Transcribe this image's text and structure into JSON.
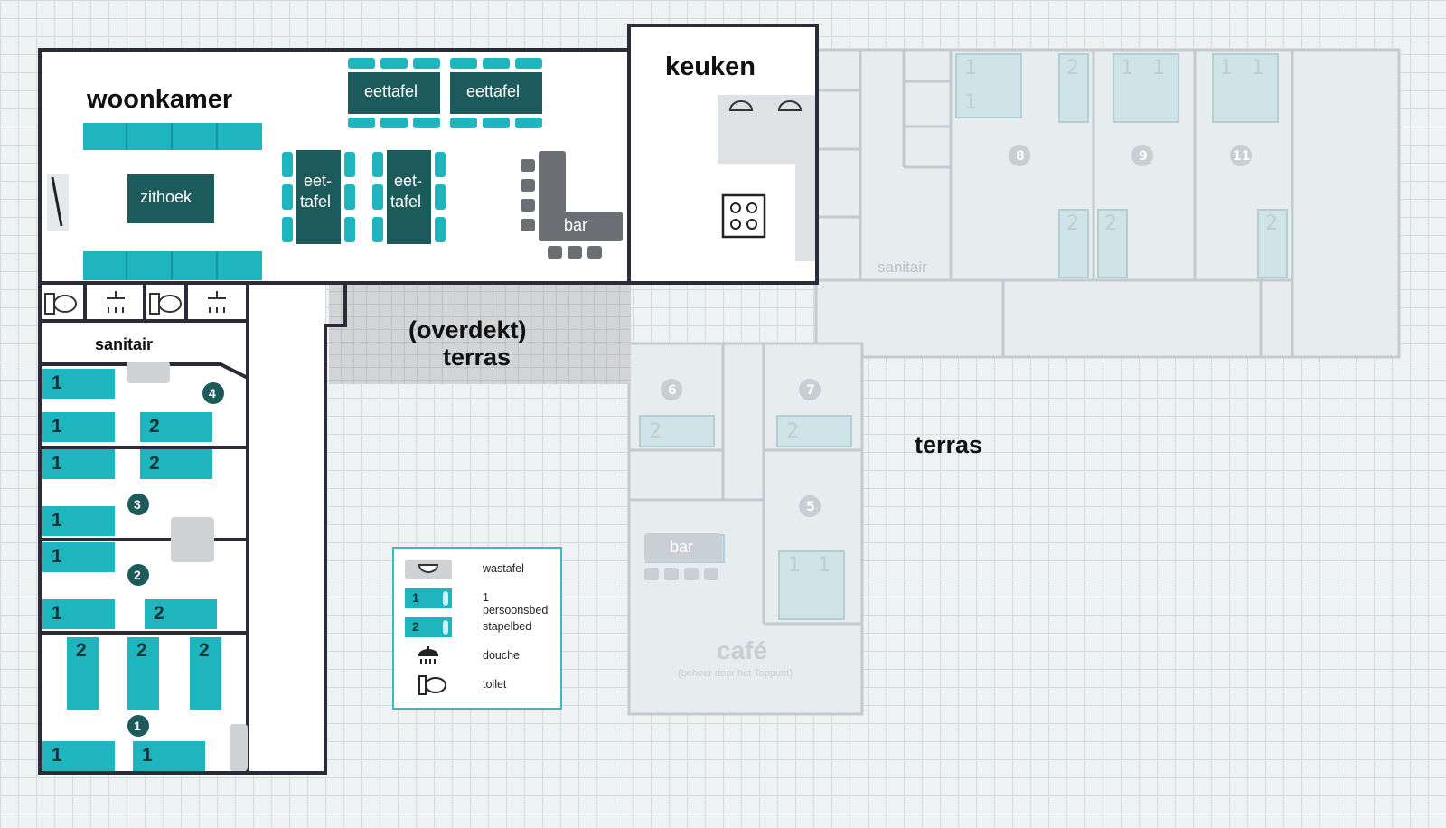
{
  "rooms": {
    "woonkamer": "woonkamer",
    "keuken": "keuken",
    "sanitair": "sanitair",
    "sanitair_right": "sanitair",
    "overdekt_terras_line1": "(overdekt)",
    "overdekt_terras_line2": "terras",
    "terras": "terras",
    "cafe": "café",
    "cafe_sub": "(beheer door het Toppunt)"
  },
  "furniture": {
    "eettafel": "eettafel",
    "eet_line1": "eet-",
    "eet_line2": "tafel",
    "zithoek": "zithoek",
    "bar": "bar",
    "bar_cafe": "bar"
  },
  "room_numbers": [
    "1",
    "2",
    "3",
    "4",
    "5",
    "6",
    "7",
    "8",
    "9",
    "11"
  ],
  "bed_labels": {
    "single": "1",
    "bunk": "2"
  },
  "legend": {
    "items": [
      {
        "label": "wastafel",
        "icon": "sink-icon"
      },
      {
        "label": "1 persoonsbed",
        "icon": "single-bed-icon",
        "num": "1"
      },
      {
        "label": "stapelbed",
        "icon": "bunk-bed-icon",
        "num": "2"
      },
      {
        "label": "douche",
        "icon": "shower-icon"
      },
      {
        "label": "toilet",
        "icon": "toilet-icon"
      }
    ]
  },
  "colors": {
    "teal": "#1fb5bf",
    "dark_teal": "#1c5a5c",
    "wall": "#2b2b3a",
    "faded": "#c5ced1",
    "faded_fill": "#e4e9ea"
  }
}
